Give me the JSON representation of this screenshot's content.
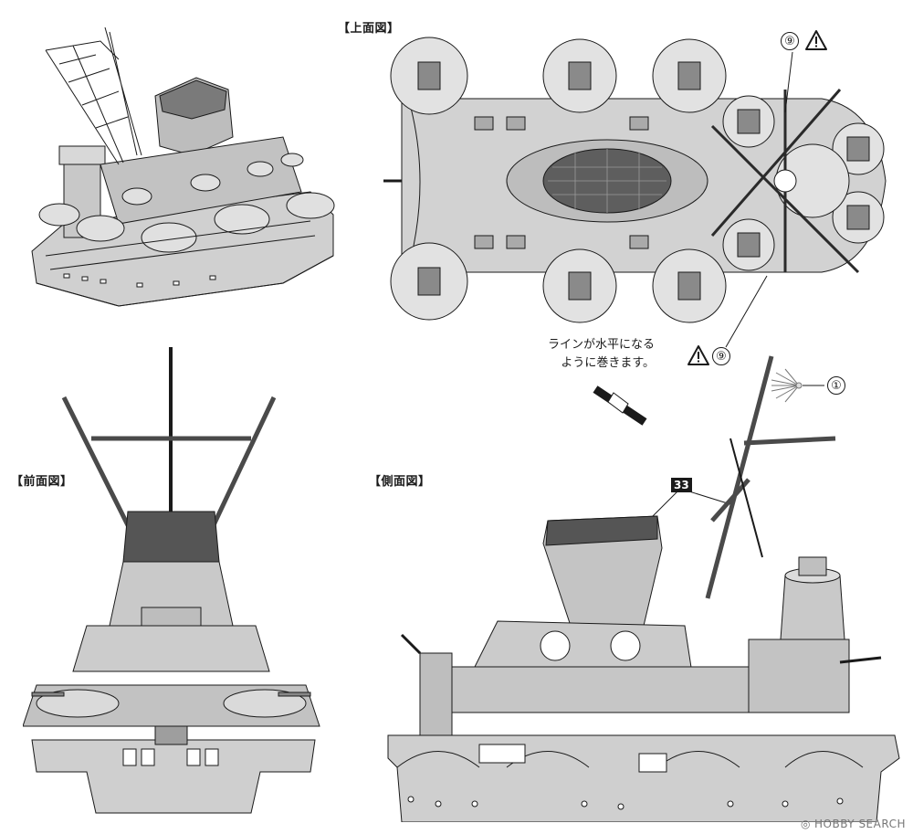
{
  "labels": {
    "top_view": "【上面図】",
    "front_view": "【前面図】",
    "side_view": "【側面図】"
  },
  "note": {
    "line1": "ラインが水平になる",
    "line2": "ように巻きます。"
  },
  "callouts": {
    "part_9": "⑨",
    "part_1": "①",
    "part_33": "33"
  },
  "watermark": {
    "text": "HOBBY SEARCH"
  },
  "colors": {
    "line": "#1a1a1a",
    "hull_fill": "#cfcfcf",
    "deck_fill": "#b8b8b8",
    "dark_fill": "#5a5a5a"
  }
}
